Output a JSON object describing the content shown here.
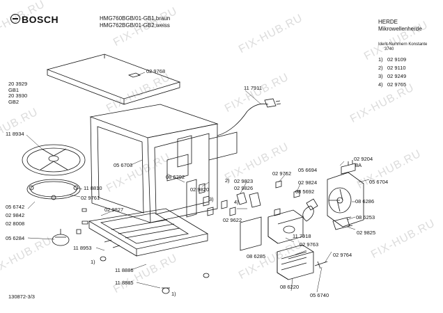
{
  "header": {
    "brand": "BOSCH",
    "model_line1": "HMG760BGB/01-GB1,braun",
    "model_line2": "HMG762BGB/01-GB2,weiss",
    "category_line1": "HERDE",
    "category_line2": "Mikrowellenherde",
    "ident_label": "Ident-Nummern Konstante",
    "ident_value": "3740"
  },
  "ident_list": [
    {
      "key": "1)",
      "value": "02 9109"
    },
    {
      "key": "2)",
      "value": "02 9110"
    },
    {
      "key": "3)",
      "value": "02 9249"
    },
    {
      "key": "4)",
      "value": "02 9765"
    }
  ],
  "labels": {
    "l1": "20 3929",
    "l2": "GB1",
    "l3": "20 3930",
    "l4": "GB2",
    "l5": "02 9768",
    "l6": "11 7911",
    "l7": "11 8934",
    "l8": "05 6703",
    "l9": "11 8810",
    "l10": "02 9761",
    "l11": "05 6742",
    "l12": "02 9842",
    "l13": "02 8008",
    "l14": "05 6284",
    "l15": "02 9827",
    "l16": "11 8953",
    "l17": "1)",
    "l18": "11 8886",
    "l19": "11 8885",
    "l20": "1)",
    "l21": "08 6292",
    "l22": "2)",
    "l23": "02 9823",
    "l24": "02 9826",
    "l25": "02 9820",
    "l26": "3)",
    "l27": "4)",
    "l28": "02 9622",
    "l29": "02 9762",
    "l30": "02 9824",
    "l31": "05 6694",
    "l32": "08 5692",
    "l33": "02 9204",
    "l34": "8A",
    "l35": "05 6704",
    "l36": "08 6286",
    "l37": "08 6253",
    "l38": "11 7918",
    "l39": "02 9763",
    "l40": "02 9825",
    "l41": "08 6285",
    "l42": "02 9764",
    "l43": "08 6220",
    "l44": "05 6740"
  },
  "footer": {
    "code": "130872-3/3"
  },
  "watermark": "FIX-HUB.RU",
  "colors": {
    "line": "#111111",
    "watermark": "#dcdcdc"
  }
}
